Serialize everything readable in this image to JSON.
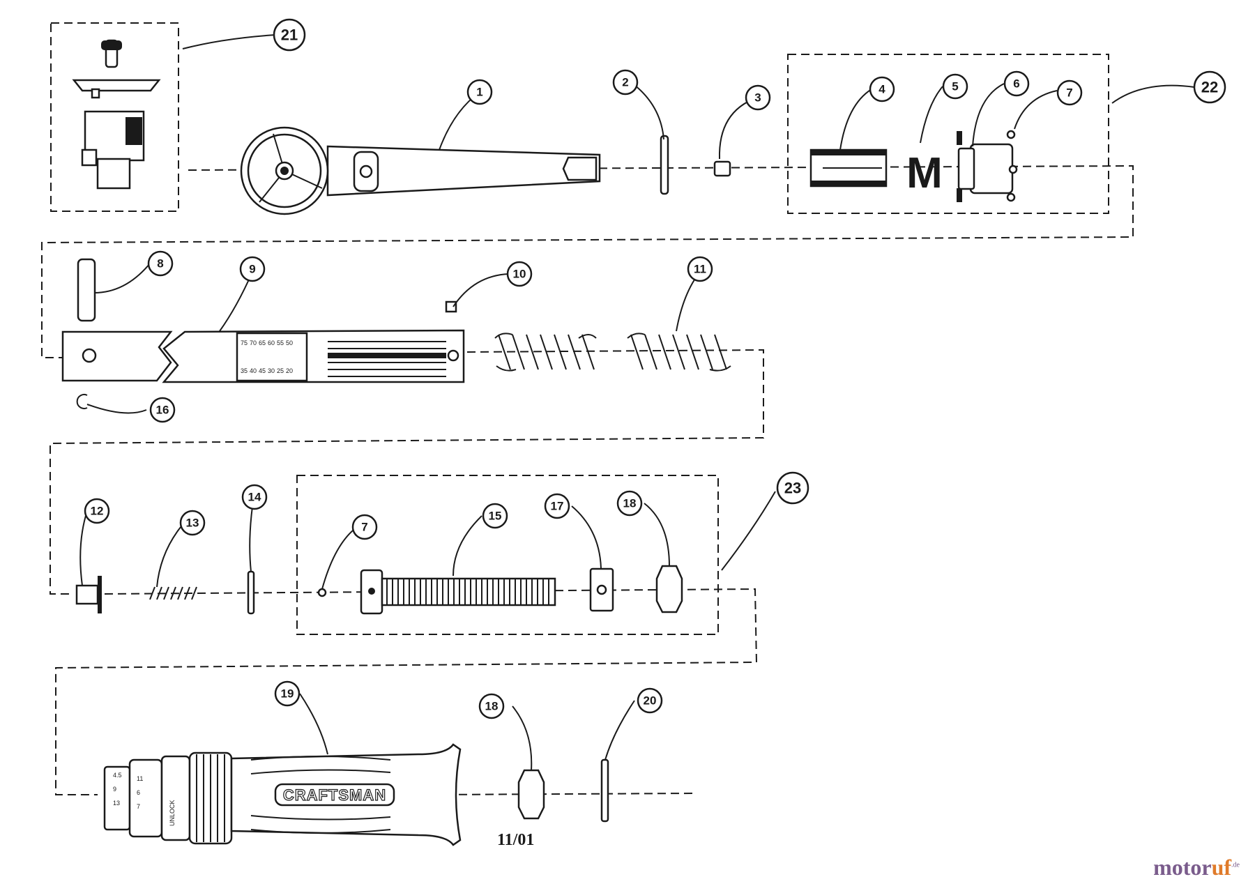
{
  "callouts": {
    "c1": "1",
    "c2": "2",
    "c3": "3",
    "c4": "4",
    "c5": "5",
    "c6": "6",
    "c7a": "7",
    "c8": "8",
    "c9": "9",
    "c10": "10",
    "c11": "11",
    "c12": "12",
    "c13": "13",
    "c14": "14",
    "c7b": "7",
    "c15": "15",
    "c16": "16",
    "c17": "17",
    "c18a": "18",
    "c18b": "18",
    "c19": "19",
    "c20": "20",
    "c21": "21",
    "c22": "22",
    "c23": "23"
  },
  "part_labels": {
    "letter_m": "M",
    "brand": "CRAFTSMAN",
    "unlock": "UNLOCK"
  },
  "date_code": "11/01",
  "watermark": {
    "main": "motor",
    "accent": "uf",
    "suffix": ".de"
  }
}
